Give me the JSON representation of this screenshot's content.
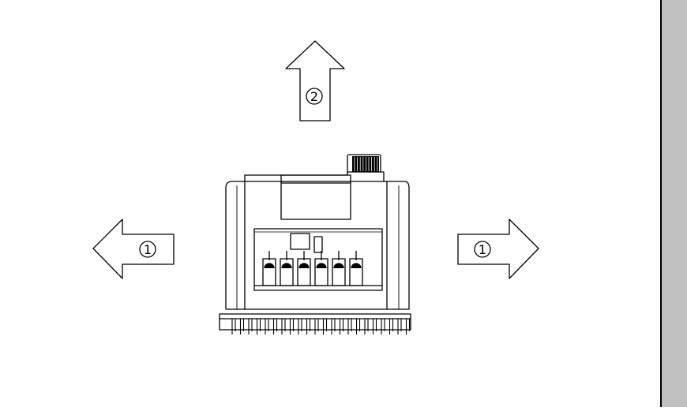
{
  "arrows": {
    "up": {
      "label": "2",
      "direction": "up"
    },
    "left": {
      "label": "1",
      "direction": "left"
    },
    "right": {
      "label": "1",
      "direction": "right"
    }
  },
  "colors": {
    "line": "#000000",
    "panel": "#c0c0c0",
    "background": "#ffffff"
  }
}
